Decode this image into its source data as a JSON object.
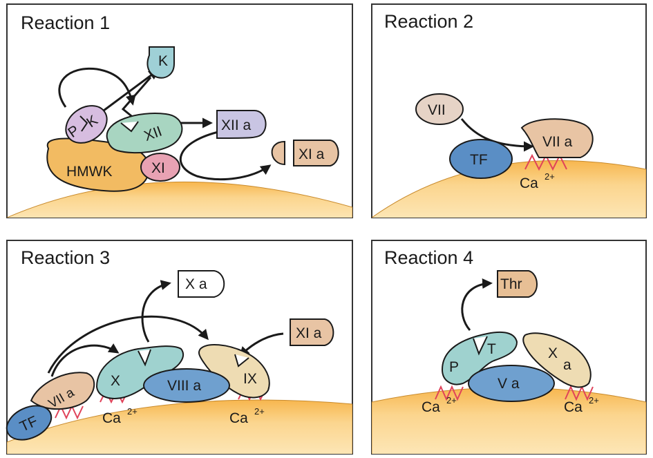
{
  "reaction1": {
    "title": "Reaction 1",
    "pk_p": "P",
    "pk_k": "K",
    "k": "K",
    "xii": "XII",
    "hmwk": "HMWK",
    "xi": "XI",
    "xiia": "XII a",
    "xia": "XI a"
  },
  "reaction2": {
    "title": "Reaction 2",
    "vii": "VII",
    "viia": "VII a",
    "tf": "TF",
    "ca": "Ca",
    "ca_sup": "2+"
  },
  "reaction3": {
    "title": "Reaction 3",
    "xa": "X a",
    "x": "X",
    "ix": "IX",
    "xia": "XI a",
    "viiia": "VIII a",
    "viia": "VII a",
    "tf": "TF",
    "ca_left": "Ca",
    "ca_left_sup": "2+",
    "ca_right": "Ca",
    "ca_right_sup": "2+"
  },
  "reaction4": {
    "title": "Reaction 4",
    "thr": "Thr",
    "p": "P",
    "t": "T",
    "x": "X",
    "a": "a",
    "va": "V a",
    "ca_left": "Ca",
    "ca_left_sup": "2+",
    "ca_right": "Ca",
    "ca_right_sup": "2+"
  },
  "colors": {
    "membrane": "#f6c26d",
    "membrane_light": "#fde3a8",
    "pk": "#d7bde0",
    "xii": "#a8d5c1",
    "hmwk": "#f2bb62",
    "xi": "#e8a2b3",
    "xiia": "#c9c5e3",
    "xia": "#e8c4a4",
    "vii": "#e6d3c6",
    "tf": "#5a8ec5",
    "x": "#9fd2cf",
    "ix": "#eedcb3",
    "viiia": "#6fa0cf",
    "thr": "#e7bf95",
    "anchor": "#e0435a"
  }
}
